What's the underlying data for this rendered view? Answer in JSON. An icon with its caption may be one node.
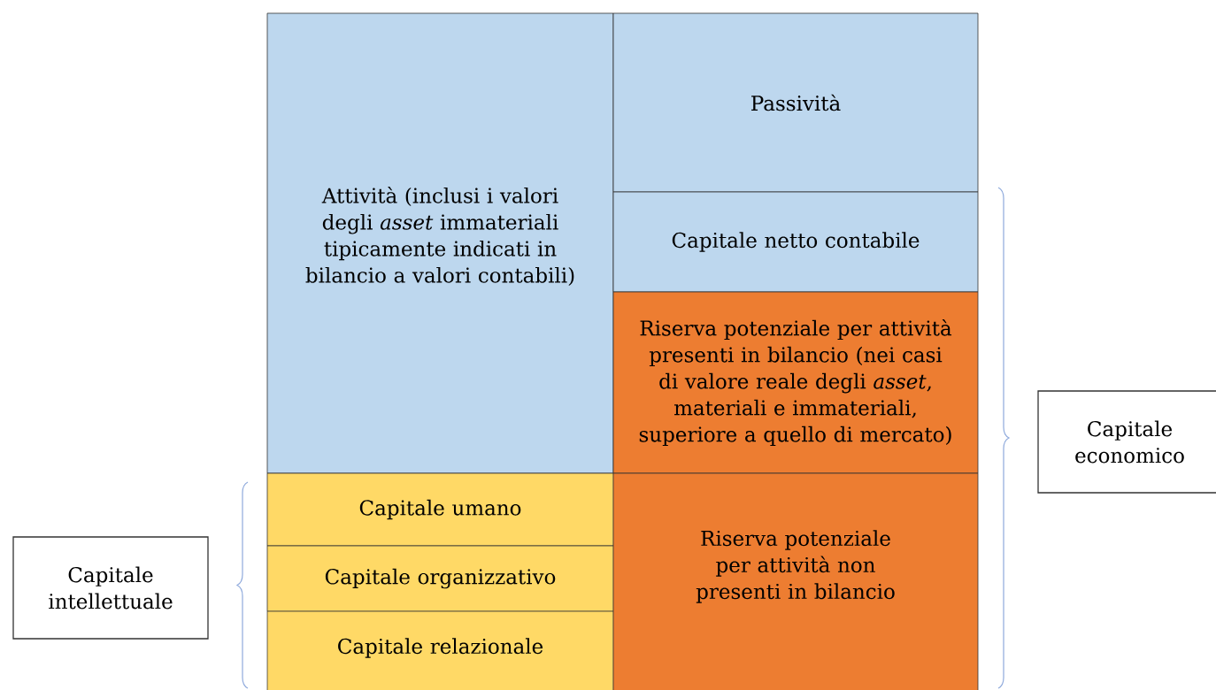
{
  "diagram": {
    "nodes": [
      {
        "text": [
          "Attività (inclusi i valori degli *asset* immateriali tipicamente indicati in bilancio a valori contabili)"
        ]
      },
      {
        "text": [
          "Passività"
        ]
      },
      {
        "text": [
          "Capitale netto contabile"
        ]
      },
      {
        "text": [
          "Riserva potenziale per attività presenti in bilancio (nei casi di valore reale degli *asset*, materiali e immateriali, superiore a quello di mercato)"
        ]
      },
      {
        "text": [
          "Capitale umano"
        ]
      },
      {
        "text": [
          "Capitale organizzativo"
        ]
      },
      {
        "text": [
          "Capitale relazionale"
        ]
      },
      {
        "text": [
          "Riserva potenziale per attività non presenti in bilancio"
        ]
      },
      {
        "text": [
          "Capitale intellettuale"
        ]
      },
      {
        "text": [
          "Capitale economico"
        ]
      }
    ]
  }
}
